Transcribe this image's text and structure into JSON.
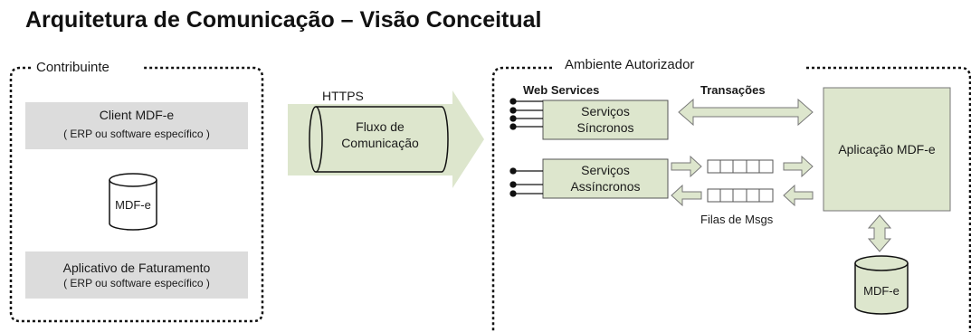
{
  "title": "Arquitetura de Comunicação – Visão Conceitual",
  "contribuinte": {
    "label": "Contribuinte",
    "client_line1": "Client  MDF-e",
    "client_line2": "(   ERP ou software específico )",
    "db_label": "MDF-e",
    "app_line1": "Aplicativo de Faturamento",
    "app_line2": "(   ERP ou software específico )"
  },
  "channel": {
    "protocol": "HTTPS",
    "line1": "Fluxo de",
    "line2": "Comunicação"
  },
  "autorizador": {
    "label": "Ambiente Autorizador",
    "web_services": "Web Services",
    "transacoes": "Transações",
    "sync_line1": "Serviços",
    "sync_line2": "Síncronos",
    "async_line1": "Serviços",
    "async_line2": "Assíncronos",
    "queues": "Filas de Msgs",
    "app": "Aplicação MDF-e",
    "db_label": "MDF-e"
  },
  "colors": {
    "box_gray": "#dcdcdc",
    "green_fill": "#dde6cd",
    "green_stroke": "#9aa88a",
    "line": "#111111"
  }
}
